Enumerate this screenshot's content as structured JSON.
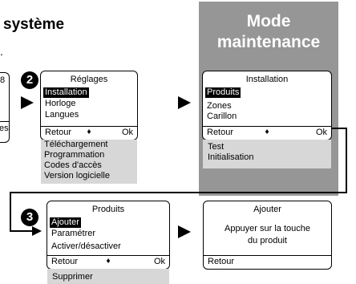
{
  "header": {
    "title_fragment": "système",
    "subtitle_fragment": "."
  },
  "mode_panel": {
    "line1": "Mode",
    "line2": "maintenance"
  },
  "left_partial": {
    "number": "8",
    "text": "es"
  },
  "steps": [
    "2",
    "3"
  ],
  "screen_reglages": {
    "title": "Réglages",
    "items": [
      "Installation",
      "Horloge",
      "Langues"
    ],
    "footer": {
      "back": "Retour",
      "nav": "♦",
      "ok": "Ok"
    },
    "more": [
      "Téléchargement",
      "Programmation",
      "Codes d'accès",
      "Version logicielle"
    ]
  },
  "screen_installation": {
    "title": "Installation",
    "items": [
      "Produits",
      "Zones",
      "Carillon"
    ],
    "footer": {
      "back": "Retour",
      "nav": "♦",
      "ok": "Ok"
    },
    "more": [
      "Test",
      "Initialisation"
    ]
  },
  "screen_produits": {
    "title": "Produits",
    "items": [
      "Ajouter",
      "Paramétrer",
      "Activer/désactiver"
    ],
    "footer": {
      "back": "Retour",
      "nav": "♦",
      "ok": "Ok"
    },
    "more": [
      "Supprimer"
    ]
  },
  "screen_ajouter": {
    "title": "Ajouter",
    "message_line1": "Appuyer sur la touche",
    "message_line2": "du produit",
    "footer": {
      "back": "Retour"
    }
  }
}
